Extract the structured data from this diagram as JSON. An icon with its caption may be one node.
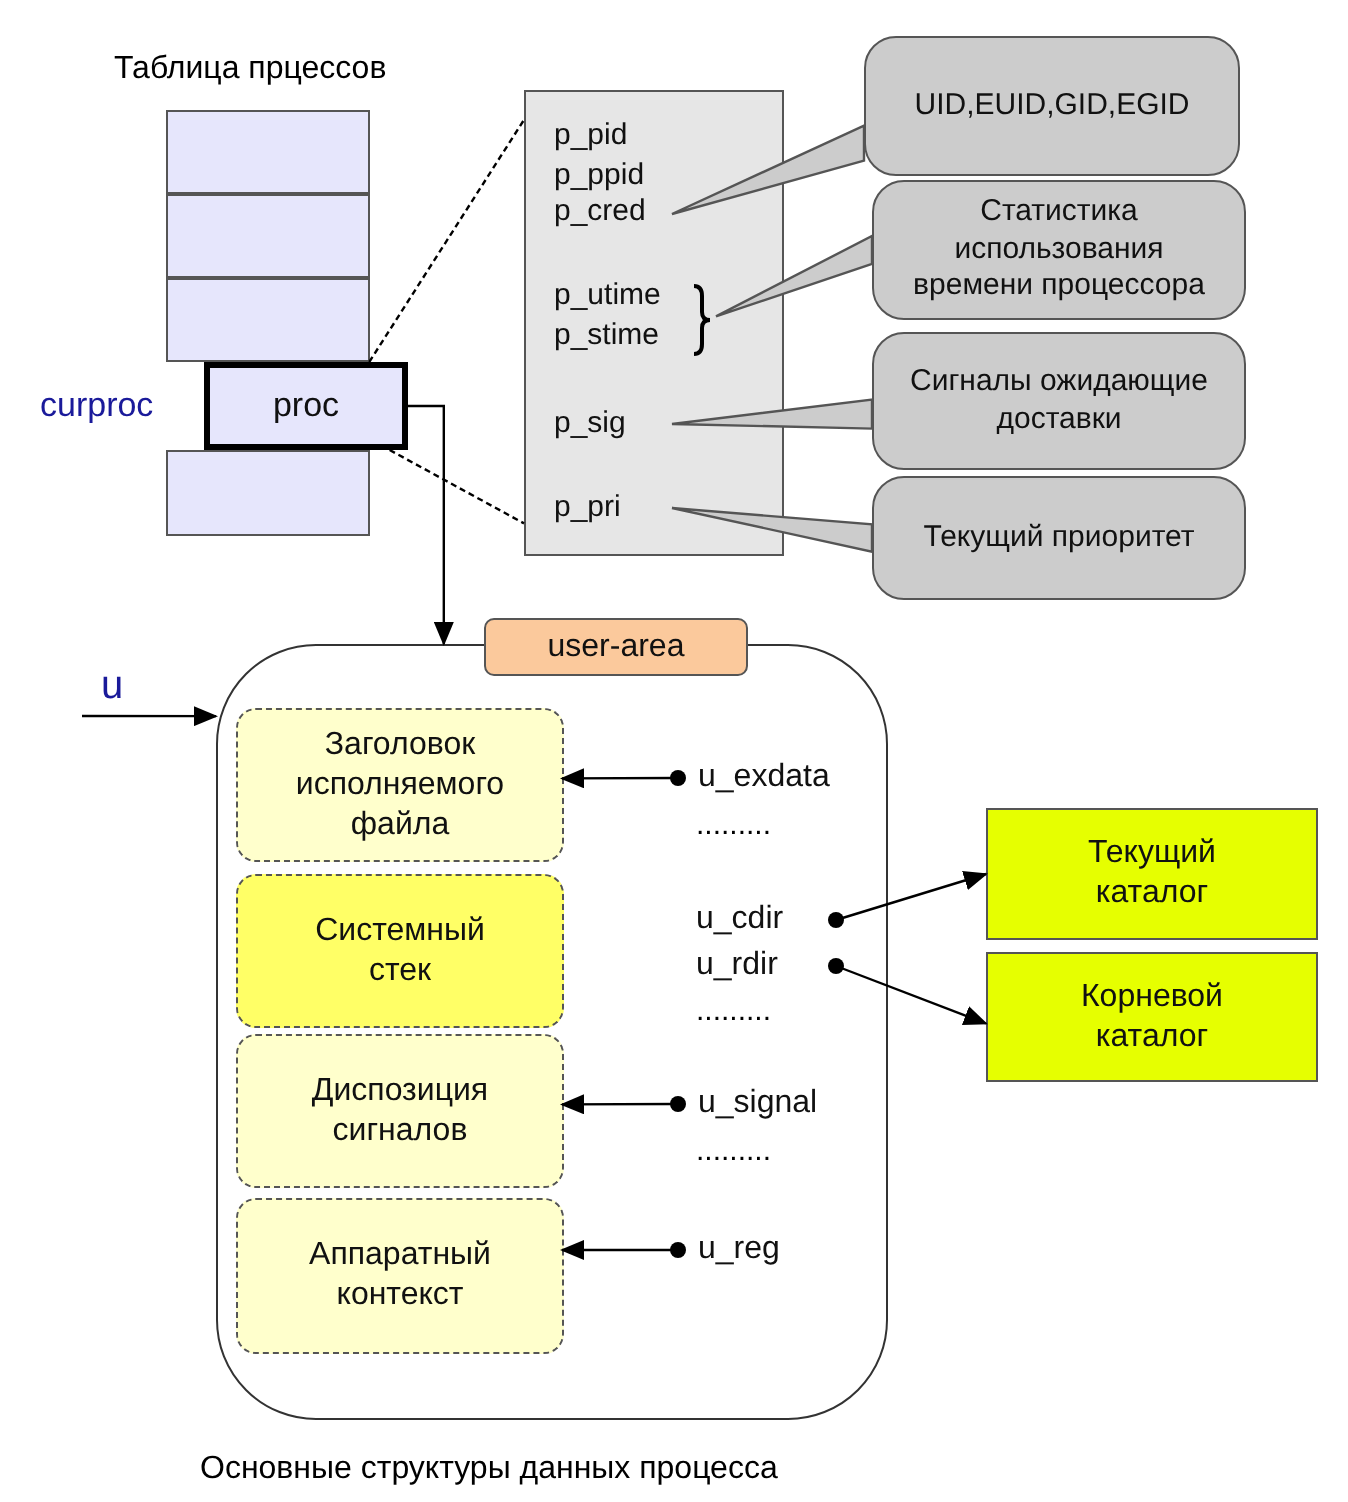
{
  "diagram": {
    "caption": "Основные структуры данных процесса",
    "nodes": [
      {
        "text": [],
        "shape": "box",
        "beside": [
          "Таблица прцессов"
        ]
      },
      {
        "text": [],
        "shape": "box"
      },
      {
        "text": [],
        "shape": "box"
      },
      {
        "text": [
          "proc"
        ]
      },
      {
        "text": [],
        "shape": "box"
      },
      {
        "text": [],
        "shape": "box"
      },
      {
        "text": [
          "p_pid"
        ],
        "in": 5
      },
      {
        "text": [
          "p_ppid"
        ],
        "in": 5
      },
      {
        "text": [
          "p_cred"
        ],
        "in": 5
      },
      {
        "text": [
          "p_utime",
          "p_stime"
        ],
        "in": 5
      },
      {
        "text": [
          "p_sig"
        ],
        "in": 5
      },
      {
        "text": [
          "p_pri"
        ],
        "in": 5
      },
      {
        "text": [
          "UID,EUID,GID,EGID"
        ]
      },
      {
        "text": [
          "Статистика использования времени процессора"
        ]
      },
      {
        "text": [
          "Сигналы ожидающие доставки"
        ]
      },
      {
        "text": [
          "Текущий приоритет"
        ]
      },
      {
        "text": [
          "u"
        ]
      },
      {
        "text": [
          "user-area"
        ]
      },
      {
        "text": [
          "Заголовок исполняемого файла"
        ],
        "in": 17
      },
      {
        "text": [
          "Системный стек"
        ],
        "in": 17
      },
      {
        "text": [
          "Диспозиция сигналов"
        ],
        "in": 17
      },
      {
        "text": [
          "Аппаратный контекст"
        ],
        "in": 17
      },
      {
        "text": [
          "u_exdata"
        ],
        "in": 17
      },
      {
        "text": [
          "u_cdir"
        ],
        "in": 17
      },
      {
        "text": [
          "u_rdir"
        ],
        "in": 17
      },
      {
        "text": [
          "u_signal"
        ],
        "in": 17
      },
      {
        "text": [
          "u_reg"
        ],
        "in": 17
      },
      {
        "text": [
          "Текущий каталог"
        ]
      },
      {
        "text": [
          "Корневой каталог"
        ]
      }
    ],
    "edges": [
      {
        "from": 3,
        "to": 5,
        "arrow": "none",
        "style": "dashed"
      },
      {
        "from": 3,
        "to": 5,
        "arrow": "none",
        "style": "dashed"
      },
      {
        "from": 8,
        "to": 12,
        "arrow": "none"
      },
      {
        "from": 9,
        "to": 13,
        "arrow": "none"
      },
      {
        "from": 10,
        "to": 14,
        "arrow": "none"
      },
      {
        "from": 11,
        "to": 15,
        "arrow": "none"
      },
      {
        "from": 3,
        "to": 17,
        "arrow": "to"
      },
      {
        "from": 16,
        "to": 17,
        "arrow": "to"
      },
      {
        "from": 22,
        "to": 18,
        "arrow": "to"
      },
      {
        "from": 23,
        "to": 27,
        "arrow": "to"
      },
      {
        "from": 24,
        "to": 28,
        "arrow": "to"
      },
      {
        "from": 25,
        "to": 20,
        "arrow": "to"
      },
      {
        "from": 26,
        "to": 21,
        "arrow": "to"
      }
    ],
    "labels": [
      "curproc",
      ".........",
      ".........",
      "........."
    ]
  }
}
